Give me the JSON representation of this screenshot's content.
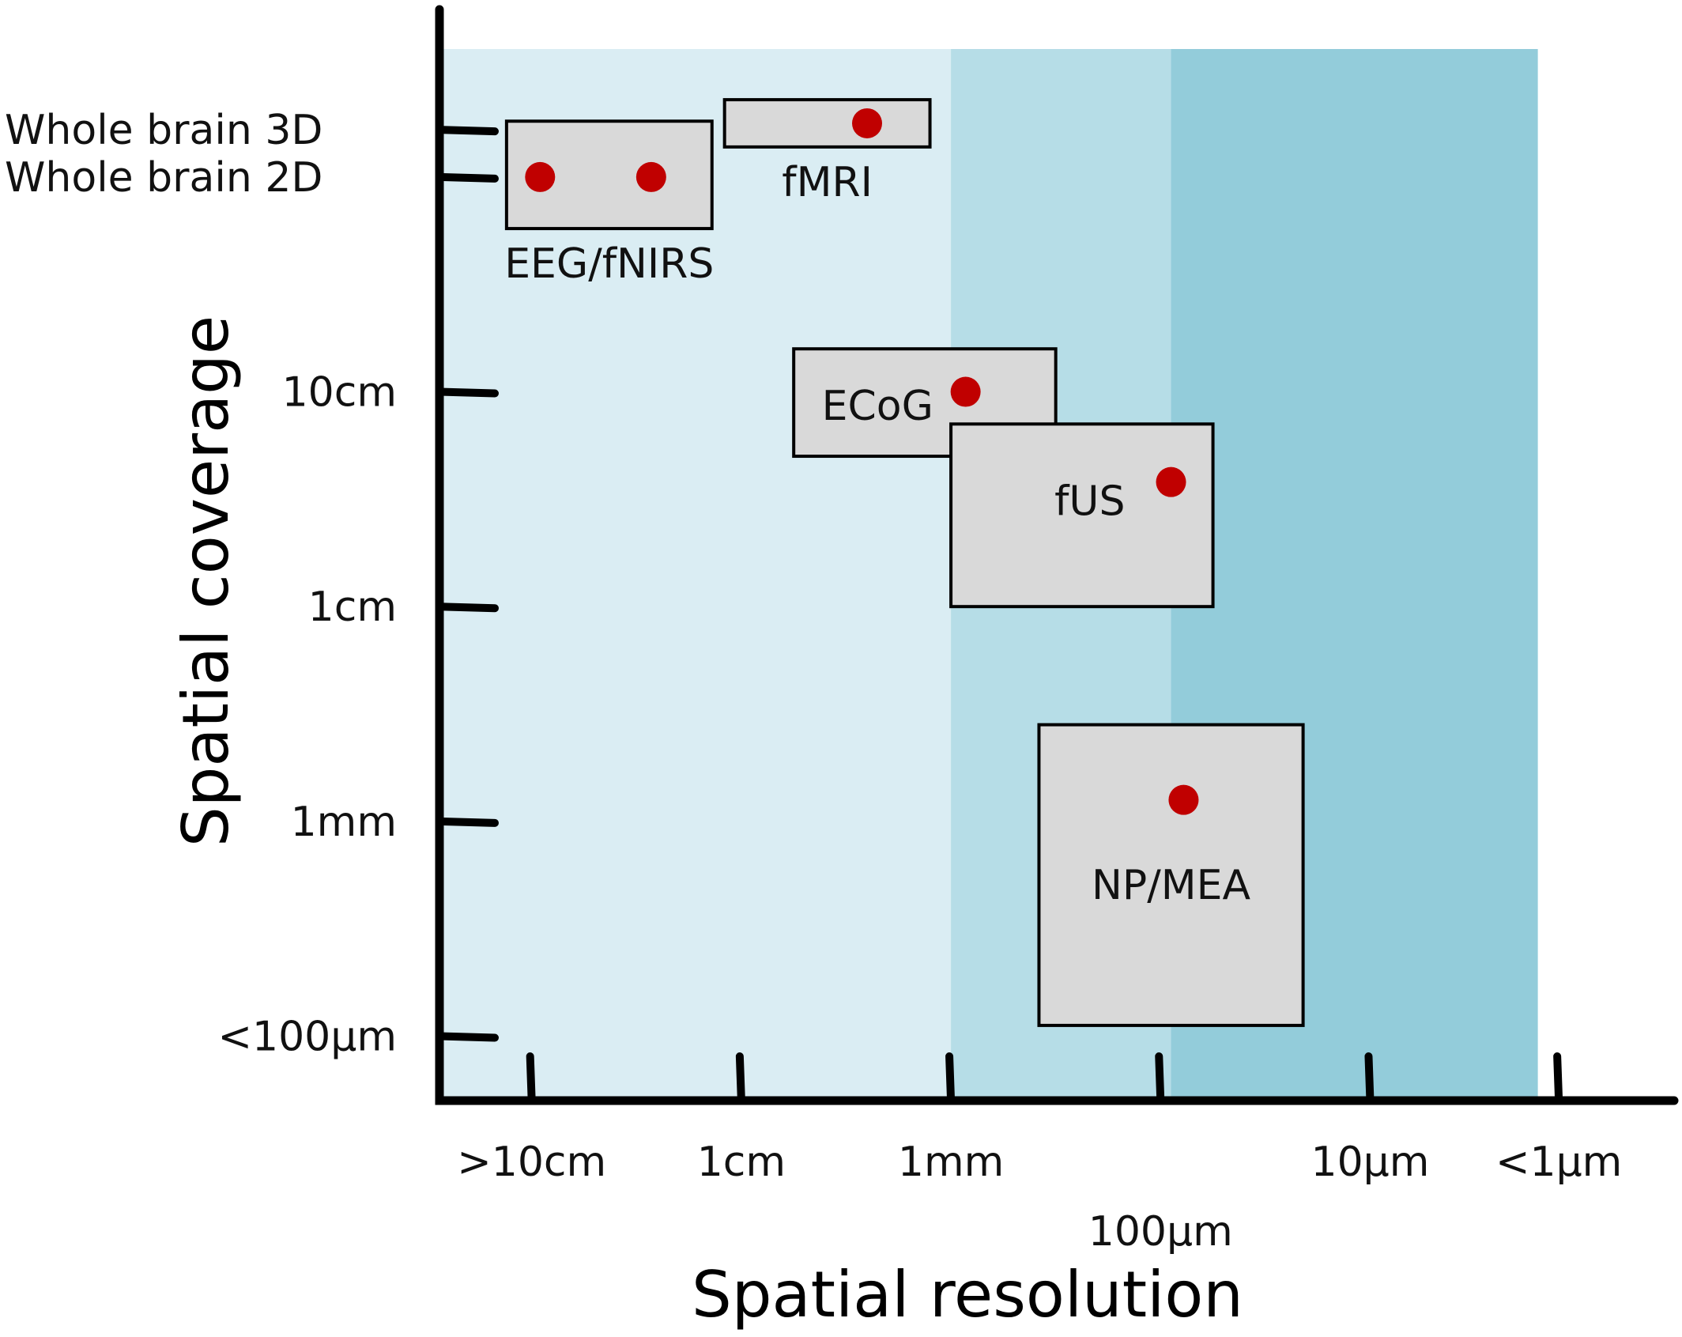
{
  "chart_data": {
    "type": "range-box",
    "title": "",
    "xlabel": "Spatial resolution",
    "ylabel": "Spatial coverage",
    "grid": false,
    "legend": "none",
    "x_ticks": [
      {
        "label": ">10cm",
        "value": 0
      },
      {
        "label": "1cm",
        "value": 1
      },
      {
        "label": "1mm",
        "value": 2
      },
      {
        "label": "100µm",
        "value": 3
      },
      {
        "label": "10µm",
        "value": 4
      },
      {
        "label": "<1µm",
        "value": 4.9
      }
    ],
    "y_ticks": [
      {
        "label": "<100µm",
        "value": 0
      },
      {
        "label": "1mm",
        "value": 1
      },
      {
        "label": "1cm",
        "value": 2
      },
      {
        "label": "10cm",
        "value": 3
      },
      {
        "label": "Whole brain 2D",
        "value": 4
      },
      {
        "label": "Whole brain 3D",
        "value": 4.22
      }
    ],
    "xlim": [
      -0.44,
      5.45
    ],
    "ylim": [
      -0.3,
      4.78
    ],
    "background_bands": [
      {
        "x_from": -0.44,
        "x_to": 2.0,
        "color": "#daedf3"
      },
      {
        "x_from": 2.0,
        "x_to": 3.05,
        "color": "#b6dde7"
      },
      {
        "x_from": 3.05,
        "x_to": 4.8,
        "color": "#93ccda"
      }
    ],
    "series": [
      {
        "name": "EEG/fNIRS",
        "x_range": [
          -0.12,
          0.86
        ],
        "y_range": [
          3.76,
          4.26
        ],
        "points": [
          [
            0.04,
            4.0
          ],
          [
            0.57,
            4.0
          ]
        ],
        "label_pos": "below"
      },
      {
        "name": "fMRI",
        "x_range": [
          0.92,
          1.9
        ],
        "y_range": [
          4.14,
          4.36
        ],
        "points": [
          [
            1.6,
            4.25
          ]
        ],
        "label_pos": "below"
      },
      {
        "name": "ECoG",
        "x_range": [
          1.25,
          2.5
        ],
        "y_range": [
          2.7,
          3.2
        ],
        "points": [
          [
            2.07,
            3.0
          ]
        ],
        "label_pos": "inside"
      },
      {
        "name": "fUS",
        "x_range": [
          2.0,
          3.25
        ],
        "y_range": [
          2.0,
          2.85
        ],
        "points": [
          [
            3.05,
            2.58
          ]
        ],
        "label_pos": "inside"
      },
      {
        "name": "NP/MEA",
        "x_range": [
          2.42,
          3.68
        ],
        "y_range": [
          0.05,
          1.45
        ],
        "points": [
          [
            3.11,
            1.1
          ]
        ],
        "label_pos": "inside"
      }
    ],
    "colors": {
      "box_fill": "#d9d9d9",
      "box_stroke": "#000000",
      "dot": "#c00000"
    }
  }
}
